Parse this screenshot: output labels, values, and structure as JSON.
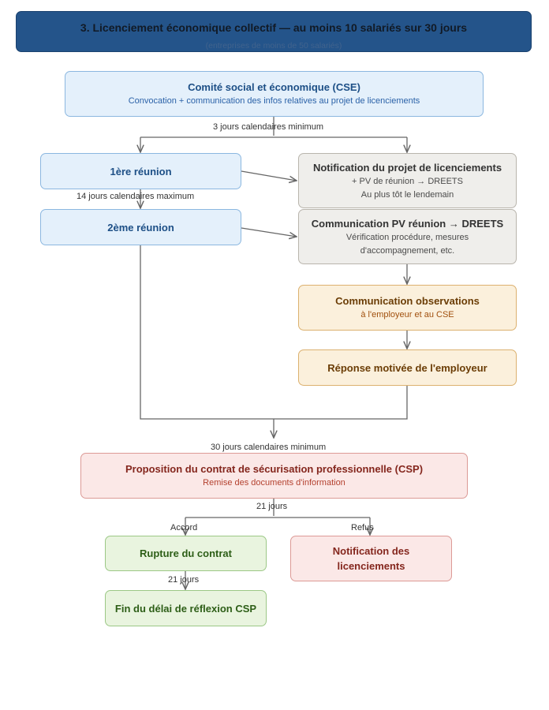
{
  "header": {
    "title": "3. Licenciement économique collectif — au moins 10 salariés sur 30 jours",
    "subtitle": "(entreprises de moins de 50 salariés)"
  },
  "nodes": {
    "cse": {
      "title": "Comité social et économique (CSE)",
      "sub": "Convocation + communication des infos relatives au projet de licenciements"
    },
    "reunion1": {
      "title": "1ère réunion"
    },
    "reunion2": {
      "title": "2ème réunion"
    },
    "notif_projet": {
      "title": "Notification du projet de licenciements",
      "sub1": "+ PV de réunion → DREETS",
      "sub2": "Au plus tôt le lendemain"
    },
    "comm_pv": {
      "title": "Communication PV réunion → DREETS",
      "sub1": "Vérification procédure, mesures",
      "sub2": "d'accompagnement, etc."
    },
    "comm_obs": {
      "title": "Communication observations",
      "sub": "à l'employeur et au CSE"
    },
    "reponse": {
      "title": "Réponse motivée de l'employeur"
    },
    "csp": {
      "title": "Proposition du contrat de sécurisation professionnelle (CSP)",
      "sub": "Remise des documents d'information"
    },
    "rupture": {
      "title": "Rupture du contrat"
    },
    "notif_licenciements": {
      "title": "Notification des",
      "title2": "licenciements"
    },
    "fin_csp": {
      "title": "Fin du délai de réflexion CSP"
    }
  },
  "labels": {
    "delay_3j": "3 jours calendaires minimum",
    "delay_14j": "14 jours calendaires maximum",
    "delay_30j": "30 jours calendaires minimum",
    "delay_21j_a": "21 jours",
    "accord": "Accord",
    "refus": "Refus",
    "delay_21j_b": "21 jours"
  },
  "colors": {
    "header_bg": "#24548a",
    "blue_fill": "#e4f0fb",
    "grey_fill": "#efeeeb",
    "orange_fill": "#fbf0dc",
    "red_fill": "#fbe8e7",
    "green_fill": "#e9f4df",
    "connector": "#666666"
  }
}
